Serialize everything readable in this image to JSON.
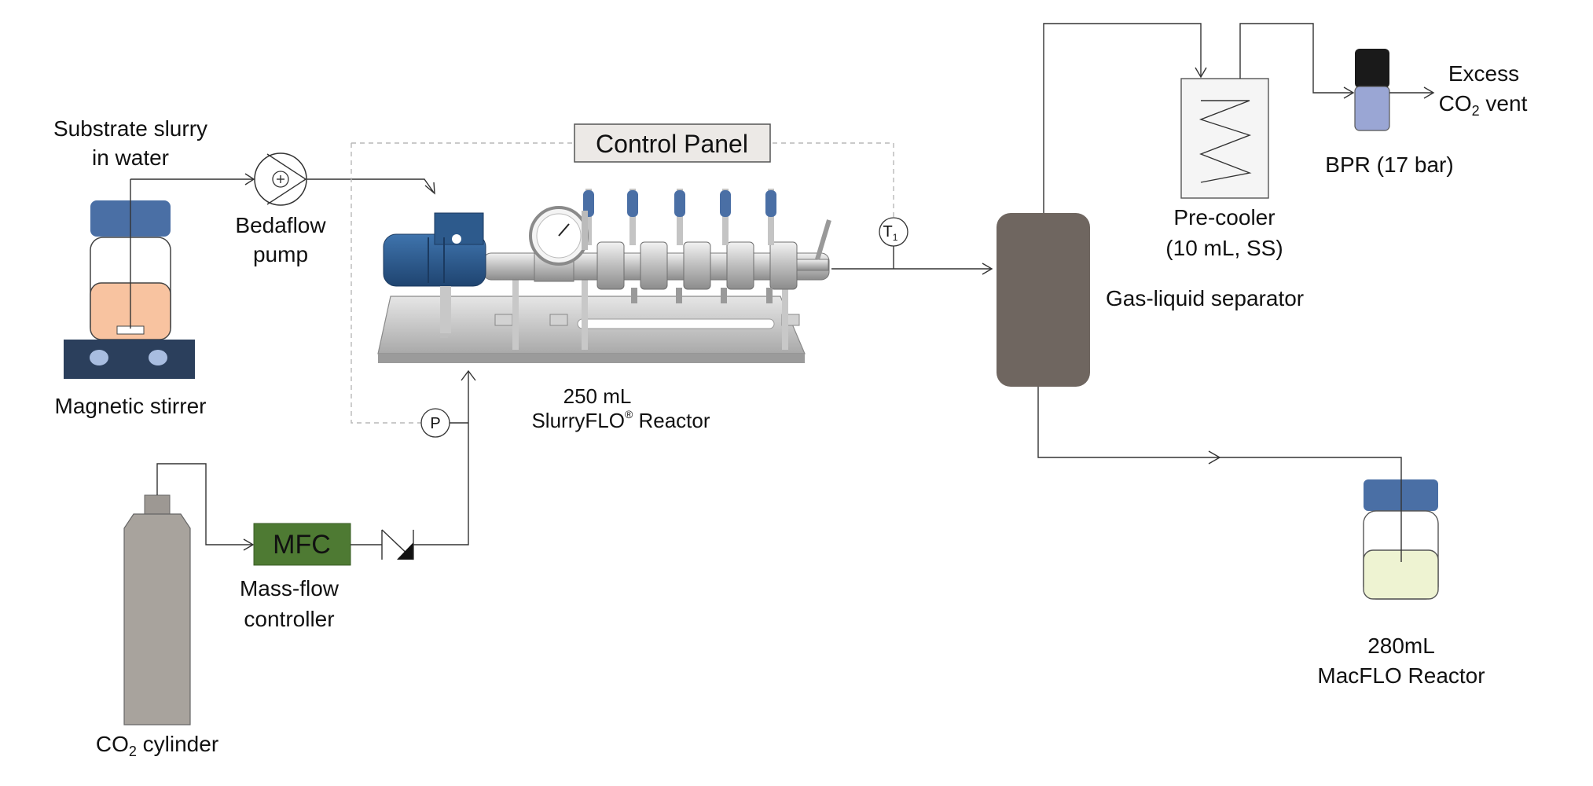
{
  "labels": {
    "substrate_line1": "Substrate slurry",
    "substrate_line2": "in water",
    "magnetic_stirrer": "Magnetic stirrer",
    "pump_line1": "Bedaflow",
    "pump_line2": "pump",
    "control_panel": "Control Panel",
    "reactor_line1": "250 mL",
    "reactor_line2": "SlurryFLO",
    "reactor_reg": "®",
    "reactor_line2b": " Reactor",
    "mfc": "MFC",
    "mfc_line1": "Mass-flow",
    "mfc_line2": "controller",
    "co2_prefix": "CO",
    "co2_sub": "2",
    "co2_suffix": " cylinder",
    "pressure_sensor": "P",
    "temp_sensor": "T",
    "temp_sensor_sub": "1",
    "separator": "Gas-liquid separator",
    "precooler_line1": "Pre-cooler",
    "precooler_line2": "(10 mL, SS)",
    "bpr": "BPR (17 bar)",
    "vent_line1": "Excess",
    "vent_prefix": "CO",
    "vent_sub": "2",
    "vent_suffix": " vent",
    "macflo_line1": "280mL",
    "macflo_line2": "MacFLO Reactor"
  },
  "colors": {
    "cap_blue": "#4a6fa5",
    "slurry_orange": "#f8c3a0",
    "stirrer_navy": "#2b3f5c",
    "stirrer_knob": "#a8bde0",
    "mfc_green": "#4e7a33",
    "cylinder_gray": "#a8a39d",
    "separator_brown": "#6f6660",
    "bpr_black": "#1a1a1a",
    "bpr_lavender": "#9aa6d4",
    "product_yellow": "#eef3d2",
    "control_panel_bg": "#ece9e6",
    "motor_blue": "#2d5a8c"
  }
}
